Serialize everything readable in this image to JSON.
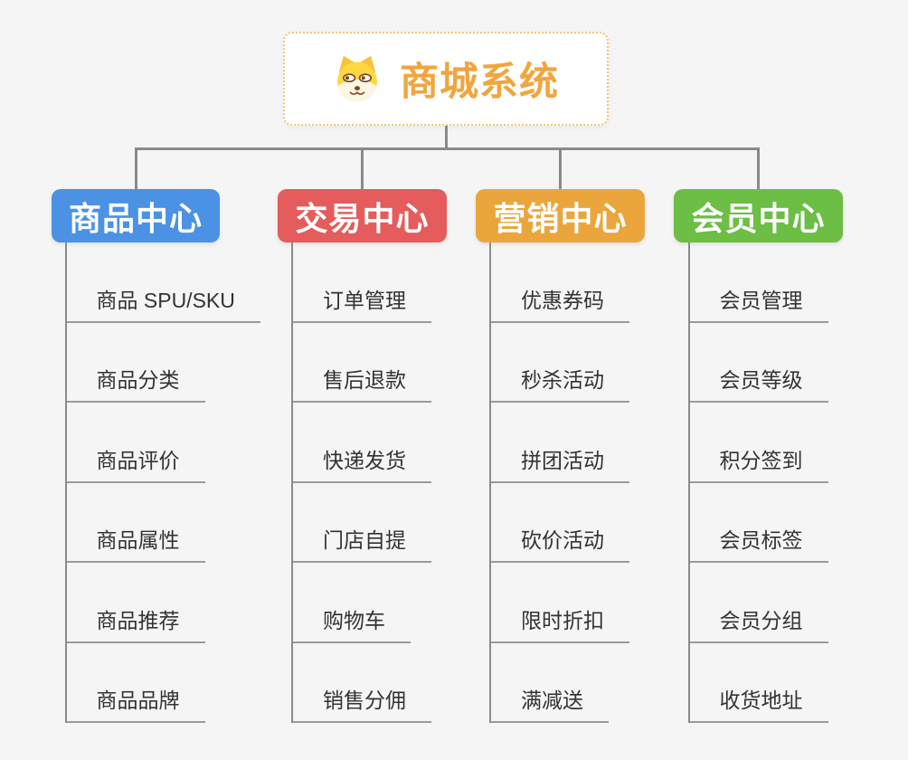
{
  "root": {
    "title": "商城系统",
    "icon": "shiba-dog-icon"
  },
  "branches": [
    {
      "id": "product-center",
      "label": "商品中心",
      "color": "#4b92e4",
      "items": [
        "商品 SPU/SKU",
        "商品分类",
        "商品评价",
        "商品属性",
        "商品推荐",
        "商品品牌"
      ]
    },
    {
      "id": "trade-center",
      "label": "交易中心",
      "color": "#e45c5c",
      "items": [
        "订单管理",
        "售后退款",
        "快递发货",
        "门店自提",
        "购物车",
        "销售分佣"
      ]
    },
    {
      "id": "marketing-center",
      "label": "营销中心",
      "color": "#eaa63c",
      "items": [
        "优惠券码",
        "秒杀活动",
        "拼团活动",
        "砍价活动",
        "限时折扣",
        "满减送"
      ]
    },
    {
      "id": "member-center",
      "label": "会员中心",
      "color": "#6cbe45",
      "items": [
        "会员管理",
        "会员等级",
        "积分签到",
        "会员标签",
        "会员分组",
        "收货地址"
      ]
    }
  ],
  "colors": {
    "background": "#f5f5f5",
    "connector": "#8a8a8a",
    "underline": "#9a9a9a",
    "leaf_text": "#333333",
    "root_border": "#f3c377",
    "root_text": "#f0a63e"
  }
}
